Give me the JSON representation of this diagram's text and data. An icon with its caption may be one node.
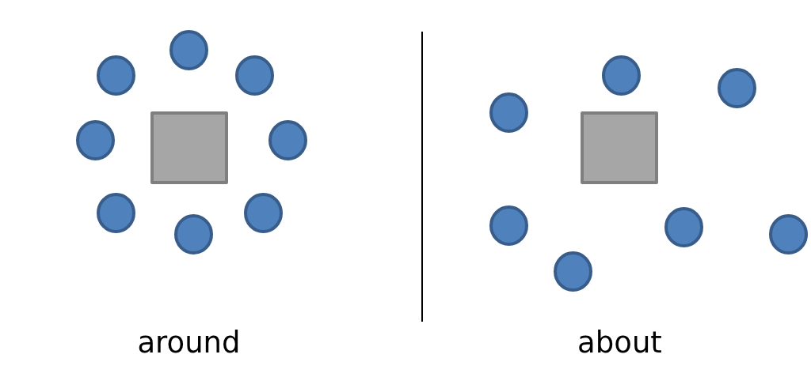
{
  "diagram": {
    "nodes": [
      {
        "text": [],
        "shape": "circle"
      },
      {
        "text": [],
        "shape": "circle"
      },
      {
        "text": [],
        "shape": "circle"
      },
      {
        "text": [],
        "shape": "box"
      },
      {
        "text": [],
        "shape": "circle"
      },
      {
        "text": [],
        "shape": "circle"
      },
      {
        "text": [],
        "shape": "circle"
      },
      {
        "text": [],
        "shape": "circle"
      },
      {
        "text": [],
        "shape": "circle"
      },
      {
        "text": [],
        "shape": "circle"
      },
      {
        "text": [],
        "shape": "circle"
      },
      {
        "text": [],
        "shape": "circle"
      },
      {
        "text": [],
        "shape": "box"
      },
      {
        "text": [],
        "shape": "circle"
      },
      {
        "text": [],
        "shape": "circle"
      },
      {
        "text": [],
        "shape": "circle"
      },
      {
        "text": [],
        "shape": "circle"
      }
    ],
    "labels": [
      "around",
      "about"
    ]
  }
}
